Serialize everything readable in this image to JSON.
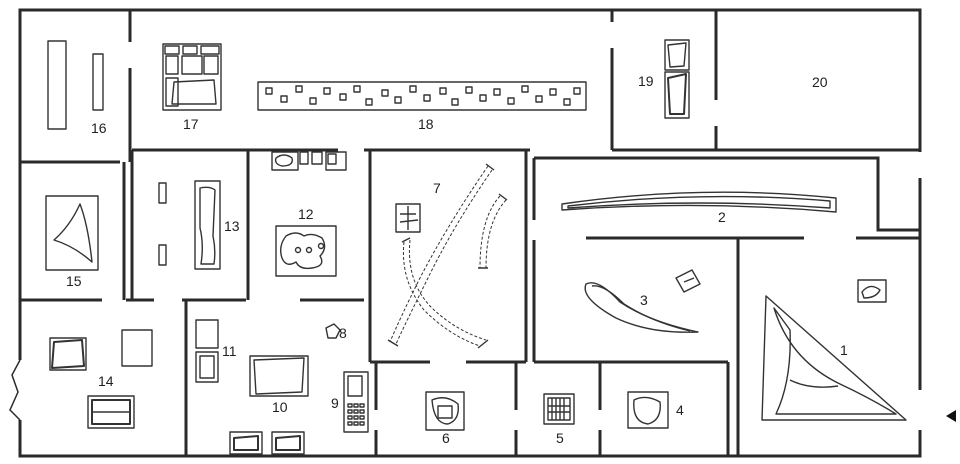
{
  "floor_plan": {
    "entrance_marker": "entrance-arrow-icon",
    "rooms": [
      {
        "id": "room-1",
        "label": "1"
      },
      {
        "id": "room-2",
        "label": "2"
      },
      {
        "id": "room-3",
        "label": "3"
      },
      {
        "id": "room-4",
        "label": "4"
      },
      {
        "id": "room-5",
        "label": "5"
      },
      {
        "id": "room-6",
        "label": "6"
      },
      {
        "id": "room-7",
        "label": "7"
      },
      {
        "id": "room-8",
        "label": "8"
      },
      {
        "id": "room-9",
        "label": "9"
      },
      {
        "id": "room-10",
        "label": "10"
      },
      {
        "id": "room-11",
        "label": "11"
      },
      {
        "id": "room-12",
        "label": "12"
      },
      {
        "id": "room-13",
        "label": "13"
      },
      {
        "id": "room-14",
        "label": "14"
      },
      {
        "id": "room-15",
        "label": "15"
      },
      {
        "id": "room-16",
        "label": "16"
      },
      {
        "id": "room-17",
        "label": "17"
      },
      {
        "id": "room-18",
        "label": "18"
      },
      {
        "id": "room-19",
        "label": "19"
      },
      {
        "id": "room-20",
        "label": "20"
      }
    ]
  }
}
